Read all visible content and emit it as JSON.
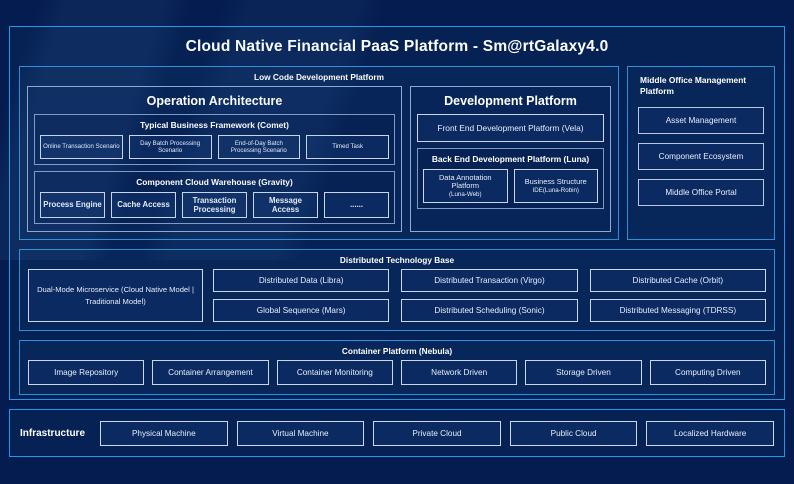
{
  "title": "Cloud Native Financial PaaS Platform - Sm@rtGalaxy4.0",
  "low_code": {
    "title": "Low Code Development Platform",
    "operation_architecture": {
      "title": "Operation Architecture",
      "business_framework": {
        "title": "Typical Business Framework (Comet)",
        "items": [
          "Online Transaction Scenario",
          "Day Batch Processing Scenario",
          "End-of-Day Batch Processing Scenario",
          "Timed Task"
        ]
      },
      "component_warehouse": {
        "title": "Component Cloud Warehouse (Gravity)",
        "items": [
          "Process Engine",
          "Cache Access",
          "Transaction Processing",
          "Message Access",
          "......"
        ]
      }
    },
    "development_platform": {
      "title": "Development Platform",
      "front_end": "Front End Development Platform (Vela)",
      "back_end": {
        "title": "Back End Development Platform (Luna)",
        "items": [
          {
            "main": "Data Annotation Platform",
            "sub": "(Luna-Web)"
          },
          {
            "main": "Business Structure",
            "sub": "IDE(Luna-Robin)"
          }
        ]
      }
    }
  },
  "middle_office": {
    "title": "Middle Office Management Platform",
    "items": [
      "Asset Management",
      "Component Ecosystem",
      "Middle Office Portal"
    ]
  },
  "distributed_base": {
    "title": "Distributed Technology Base",
    "featured": "Dual-Mode Microservice (Cloud Native Model | Traditional Model)",
    "items": [
      "Distributed Data (Libra)",
      "Distributed Transaction (Virgo)",
      "Distributed Cache (Orbit)",
      "Global Sequence (Mars)",
      "Distributed Scheduling (Sonic)",
      "Distributed Messaging (TDRSS)"
    ]
  },
  "container_platform": {
    "title": "Container Platform (Nebula)",
    "items": [
      "Image Repository",
      "Container Arrangement",
      "Container Monitoring",
      "Network Driven",
      "Storage Driven",
      "Computing Driven"
    ]
  },
  "infrastructure": {
    "label": "Infrastructure",
    "items": [
      "Physical Machine",
      "Virtual Machine",
      "Private Cloud",
      "Public Cloud",
      "Localized Hardware"
    ]
  },
  "colors": {
    "background": "#041c4f",
    "panel": "#062255",
    "accent_border": "#1e9ae8",
    "chip_border": "#ccd8ea",
    "text": "#ffffff"
  }
}
